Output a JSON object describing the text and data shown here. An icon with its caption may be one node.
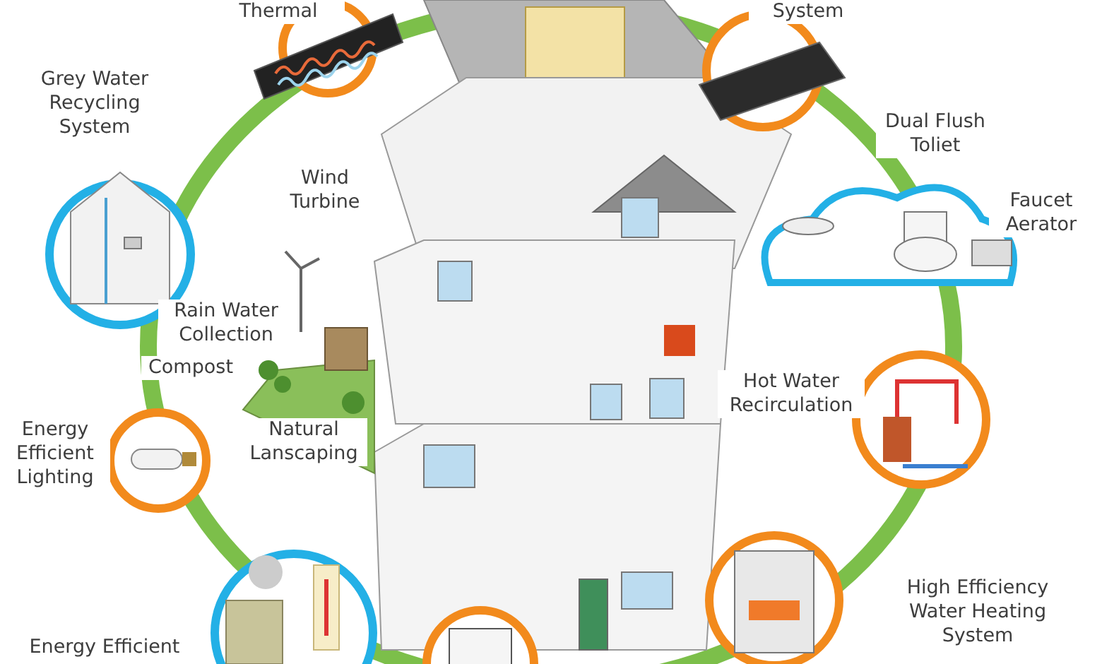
{
  "diagram": {
    "labels": [
      "Thermal",
      "System",
      "Grey Water Recycling System",
      "Dual Flush Toliet",
      "Wind Turbine",
      "Faucet Aerator",
      "Rain Water Collection",
      "Compost",
      "Hot Water Recirculation",
      "Energy Efficient Lighting",
      "Natural Lanscaping",
      "High Efficiency Water Heating System",
      "Energy Efficient"
    ]
  }
}
